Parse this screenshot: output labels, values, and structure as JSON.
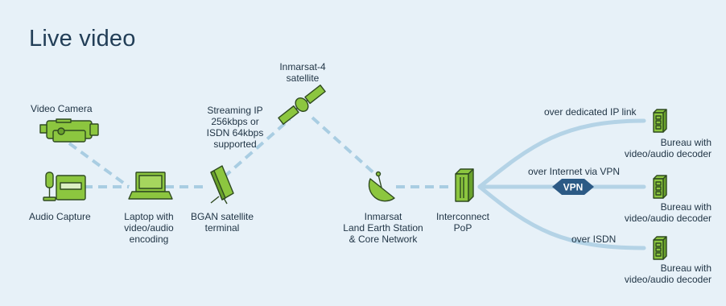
{
  "title": "Live video",
  "labels": {
    "video_camera": "Video Camera",
    "audio_capture": "Audio Capture",
    "laptop": [
      "Laptop with",
      "video/audio",
      "encoding"
    ],
    "bgan_terminal": [
      "BGAN satellite",
      "terminal"
    ],
    "streaming": [
      "Streaming IP",
      "256kbps or",
      "ISDN 64kbps",
      "supported"
    ],
    "satellite": [
      "Inmarsat-4",
      "satellite"
    ],
    "land_station": [
      "Inmarsat",
      "Land Earth Station",
      "& Core Network"
    ],
    "interconnect": [
      "Interconnect",
      "PoP"
    ],
    "link_ip": "over dedicated IP link",
    "link_vpn": "over Internet via VPN",
    "link_isdn": "over ISDN",
    "vpn_badge": "VPN",
    "bureau_1": [
      "Bureau with",
      "video/audio decoder"
    ],
    "bureau_2": [
      "Bureau with",
      "video/audio decoder"
    ],
    "bureau_3": [
      "Bureau with",
      "video/audio decoder"
    ]
  },
  "colors": {
    "background": "#e7f1f8",
    "device_fill": "#8cc63f",
    "device_stroke": "#2f4a20",
    "link_line": "#b4d3e6",
    "dashed_line": "#a9cde2",
    "vpn_badge": "#2c5a85",
    "title": "#223e57",
    "text": "#1f3344"
  }
}
